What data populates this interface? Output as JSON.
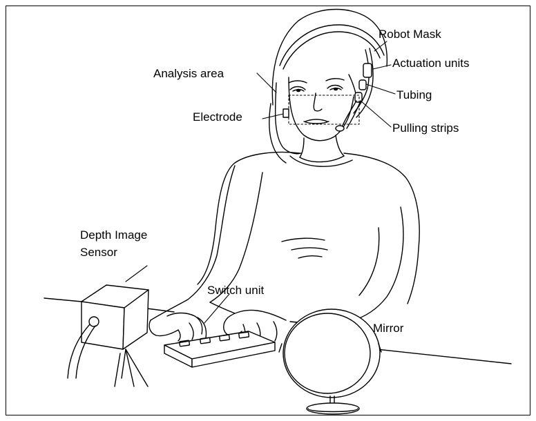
{
  "diagram": {
    "labels": {
      "robot_mask": "Robot Mask",
      "actuation_units": "Actuation units",
      "analysis_area": "Analysis area",
      "tubing": "Tubing",
      "electrode": "Electrode",
      "pulling_strips": "Pulling strips",
      "depth_image_sensor_line1": "Depth Image",
      "depth_image_sensor_line2": "Sensor",
      "switch_unit": "Switch unit",
      "mirror": "Mirror"
    },
    "colors": {
      "line": "#000000",
      "background": "#ffffff"
    }
  }
}
